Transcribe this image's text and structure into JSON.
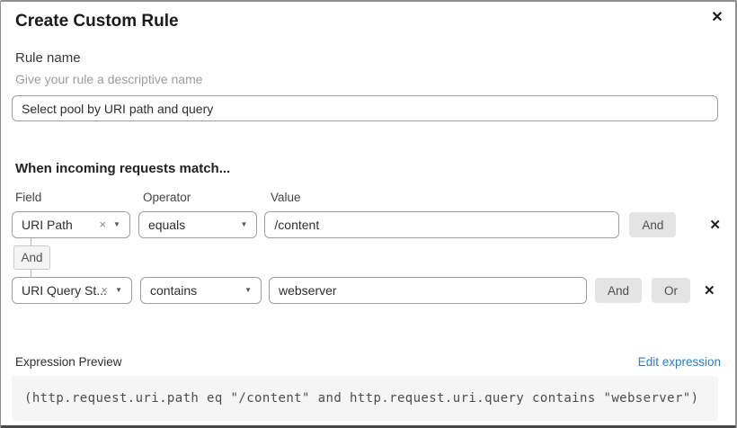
{
  "dialog": {
    "title": "Create Custom Rule",
    "close_icon": "✕"
  },
  "rule_name": {
    "label": "Rule name",
    "hint": "Give your rule a descriptive name",
    "value": "Select pool by URI path and query"
  },
  "match": {
    "heading": "When incoming requests match...",
    "columns": {
      "field": "Field",
      "operator": "Operator",
      "value": "Value"
    },
    "rows": [
      {
        "field": "URI Path",
        "operator": "equals",
        "value": "/content",
        "and_label": "And",
        "delete_icon": "✕"
      },
      {
        "field": "URI Query St...",
        "operator": "contains",
        "value": "webserver",
        "and_label": "And",
        "or_label": "Or",
        "delete_icon": "✕"
      }
    ],
    "connector_label": "And",
    "clear_icon": "×",
    "caret_icon": "▼"
  },
  "expression": {
    "label": "Expression Preview",
    "edit_link": "Edit expression",
    "code": "(http.request.uri.path eq \"/content\" and http.request.uri.query contains \"webserver\")"
  },
  "colors": {
    "link_blue": "#2f7cbe",
    "chip_button_bg": "#e4e4e4",
    "code_bg": "#f5f5f5",
    "input_border": "#9e9e9e"
  }
}
